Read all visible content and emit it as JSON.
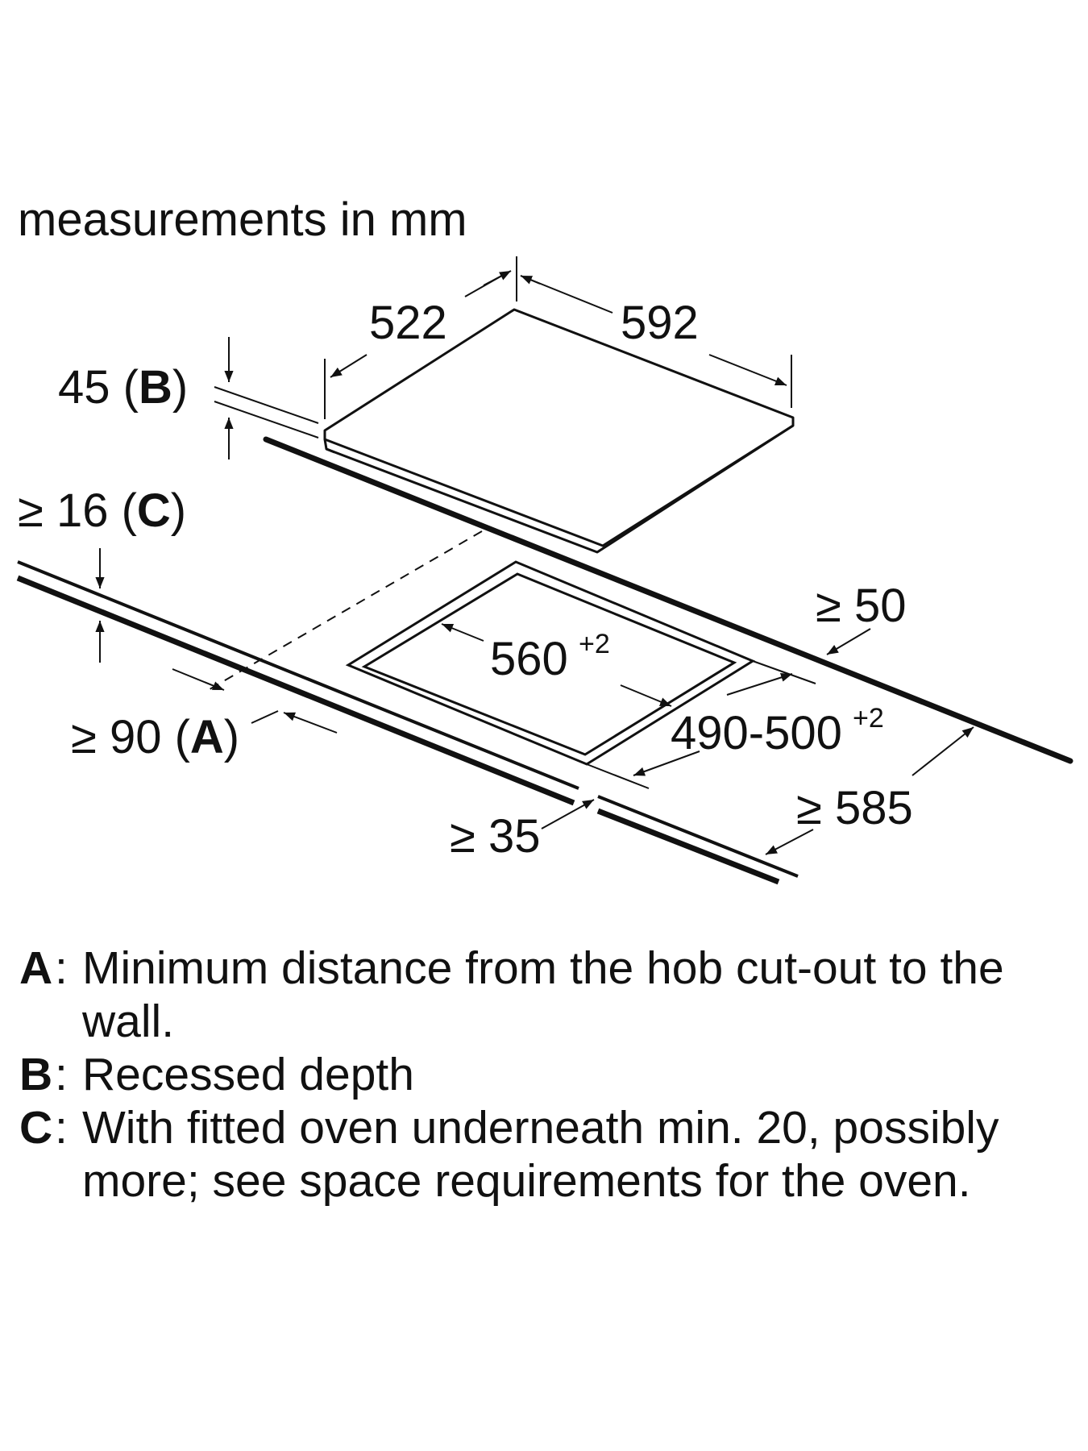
{
  "diagram": {
    "heading": "measurements in mm",
    "labels": {
      "width_hob": "592",
      "depth_hob": "522",
      "recess_value": "45 (",
      "recess_key": "B",
      "recess_close": ")",
      "oven_gap_value": "≥ 16 (",
      "oven_gap_key": "C",
      "oven_gap_close": ")",
      "wall_value": "≥ 90 (",
      "wall_key": "A",
      "wall_close": ")",
      "rear_gap": "≥ 50",
      "cutout_width": "560",
      "cutout_width_tol": "+2",
      "cutout_depth": "490-500",
      "cutout_depth_tol": "+2",
      "worktop_depth": "≥ 585",
      "front_gap": "≥ 35"
    }
  },
  "legend": [
    {
      "key": "A",
      "separator": ":",
      "text": "Minimum distance from the hob cut-out to the wall."
    },
    {
      "key": "B",
      "separator": ":",
      "text": "Recessed depth"
    },
    {
      "key": "C",
      "separator": ":",
      "text": "With fitted oven underneath min. 20, possibly more; see space requirements for the oven."
    }
  ]
}
